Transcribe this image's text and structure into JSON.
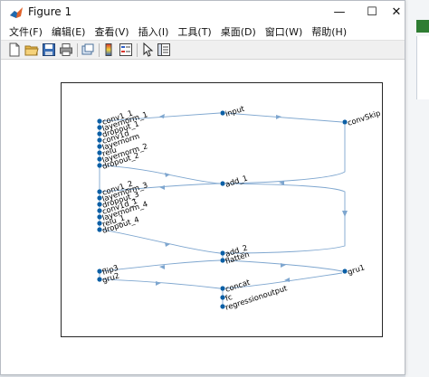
{
  "window": {
    "title": "Figure 1",
    "minimize_symbol": "—",
    "maximize_symbol": "☐",
    "close_symbol": "✕"
  },
  "menu": [
    {
      "label": "文件(F)"
    },
    {
      "label": "编辑(E)"
    },
    {
      "label": "查看(V)"
    },
    {
      "label": "插入(I)"
    },
    {
      "label": "工具(T)"
    },
    {
      "label": "桌面(D)"
    },
    {
      "label": "窗口(W)"
    },
    {
      "label": "帮助(H)"
    }
  ],
  "toolbar_icons": [
    "new-figure-icon",
    "open-file-icon",
    "save-icon",
    "print-icon",
    "link-plot-icon",
    "colorbar-icon",
    "legend-icon",
    "pointer-icon",
    "property-inspector-icon"
  ],
  "graph": {
    "edge_color": "#7ea6cf",
    "node_color": "#0b5fa5",
    "nodes": [
      {
        "label": "input"
      },
      {
        "label": "convSkip"
      },
      {
        "label": "conv1_1"
      },
      {
        "label": "layernorm_1"
      },
      {
        "label": "dropout_1"
      },
      {
        "label": "conv1d"
      },
      {
        "label": "layernorm"
      },
      {
        "label": "relu"
      },
      {
        "label": "layernorm_2"
      },
      {
        "label": "dropout_2"
      },
      {
        "label": "add_1"
      },
      {
        "label": "conv1_2"
      },
      {
        "label": "layernorm_3"
      },
      {
        "label": "dropout_3"
      },
      {
        "label": "conv1d_1"
      },
      {
        "label": "layernorm_4"
      },
      {
        "label": "relu_1"
      },
      {
        "label": "dropout_4"
      },
      {
        "label": "add_2"
      },
      {
        "label": "flatten"
      },
      {
        "label": "flip3"
      },
      {
        "label": "gru2"
      },
      {
        "label": "gru1"
      },
      {
        "label": "concat"
      },
      {
        "label": "fc"
      },
      {
        "label": "regressionoutput"
      }
    ]
  }
}
